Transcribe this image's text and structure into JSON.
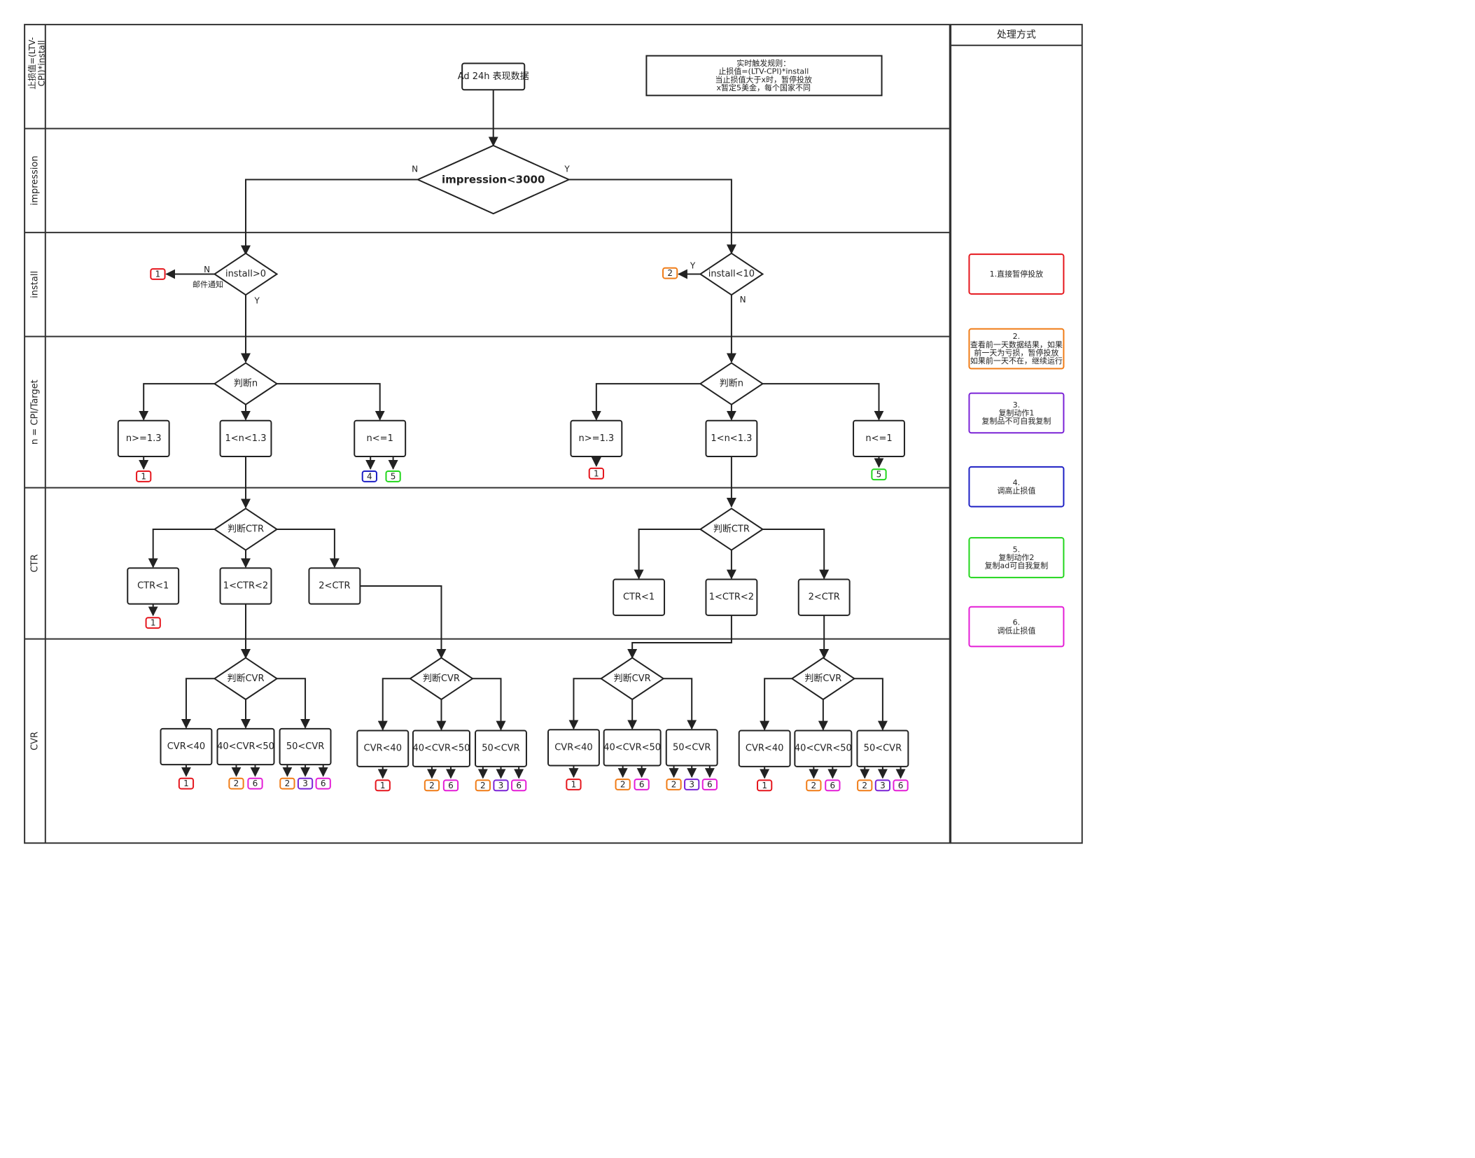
{
  "colors": {
    "1": "#e5161d",
    "2": "#f07c17",
    "3": "#7b23d6",
    "4": "#1d1fc4",
    "5": "#22d61c",
    "6": "#e41ed6"
  },
  "lanes": [
    "止损值=(LTV-CPI)*install",
    "impression",
    "install",
    "n = CPI/Target",
    "CTR",
    "CVR"
  ],
  "side_panel": {
    "title": "处理方式",
    "items": [
      {
        "id": "1",
        "lines": [
          "1.直接暂停投放"
        ]
      },
      {
        "id": "2",
        "lines": [
          "2.",
          "查看前一天数据结果，如果",
          "前一天为亏损，暂停投放",
          "如果前一天不在，继续运行"
        ]
      },
      {
        "id": "3",
        "lines": [
          "3.",
          "复制动作1",
          "复制品不可自我复制"
        ]
      },
      {
        "id": "4",
        "lines": [
          "4.",
          "调高止损值"
        ]
      },
      {
        "id": "5",
        "lines": [
          "5.",
          "复制动作2",
          "复制ad可自我复制"
        ]
      },
      {
        "id": "6",
        "lines": [
          "6.",
          "调低止损值"
        ]
      }
    ]
  },
  "rule_note": [
    "实时触发规则：",
    "止损值=(LTV-CPI)*install",
    "当止损值大于x时，暂停投放",
    "x暂定5美金，每个国家不同"
  ],
  "nodes": {
    "start": "Ad 24h 表现数据",
    "impression": "impression<3000",
    "install_left": "install>0",
    "install_right": "install<10",
    "judge_n": "判断n",
    "n_ge": "n>=1.3",
    "n_mid": "1<n<1.3",
    "n_le": "n<=1",
    "judge_ctr": "判断CTR",
    "ctr_lt1": "CTR<1",
    "ctr_mid": "1<CTR<2",
    "ctr_gt2": "2<CTR",
    "judge_cvr": "判断CVR",
    "cvr_lt40": "CVR<40",
    "cvr_mid": "40<CVR<50",
    "cvr_gt50": "50<CVR"
  },
  "edge_labels": {
    "yes": "Y",
    "no": "N",
    "email": "邮件通知"
  }
}
